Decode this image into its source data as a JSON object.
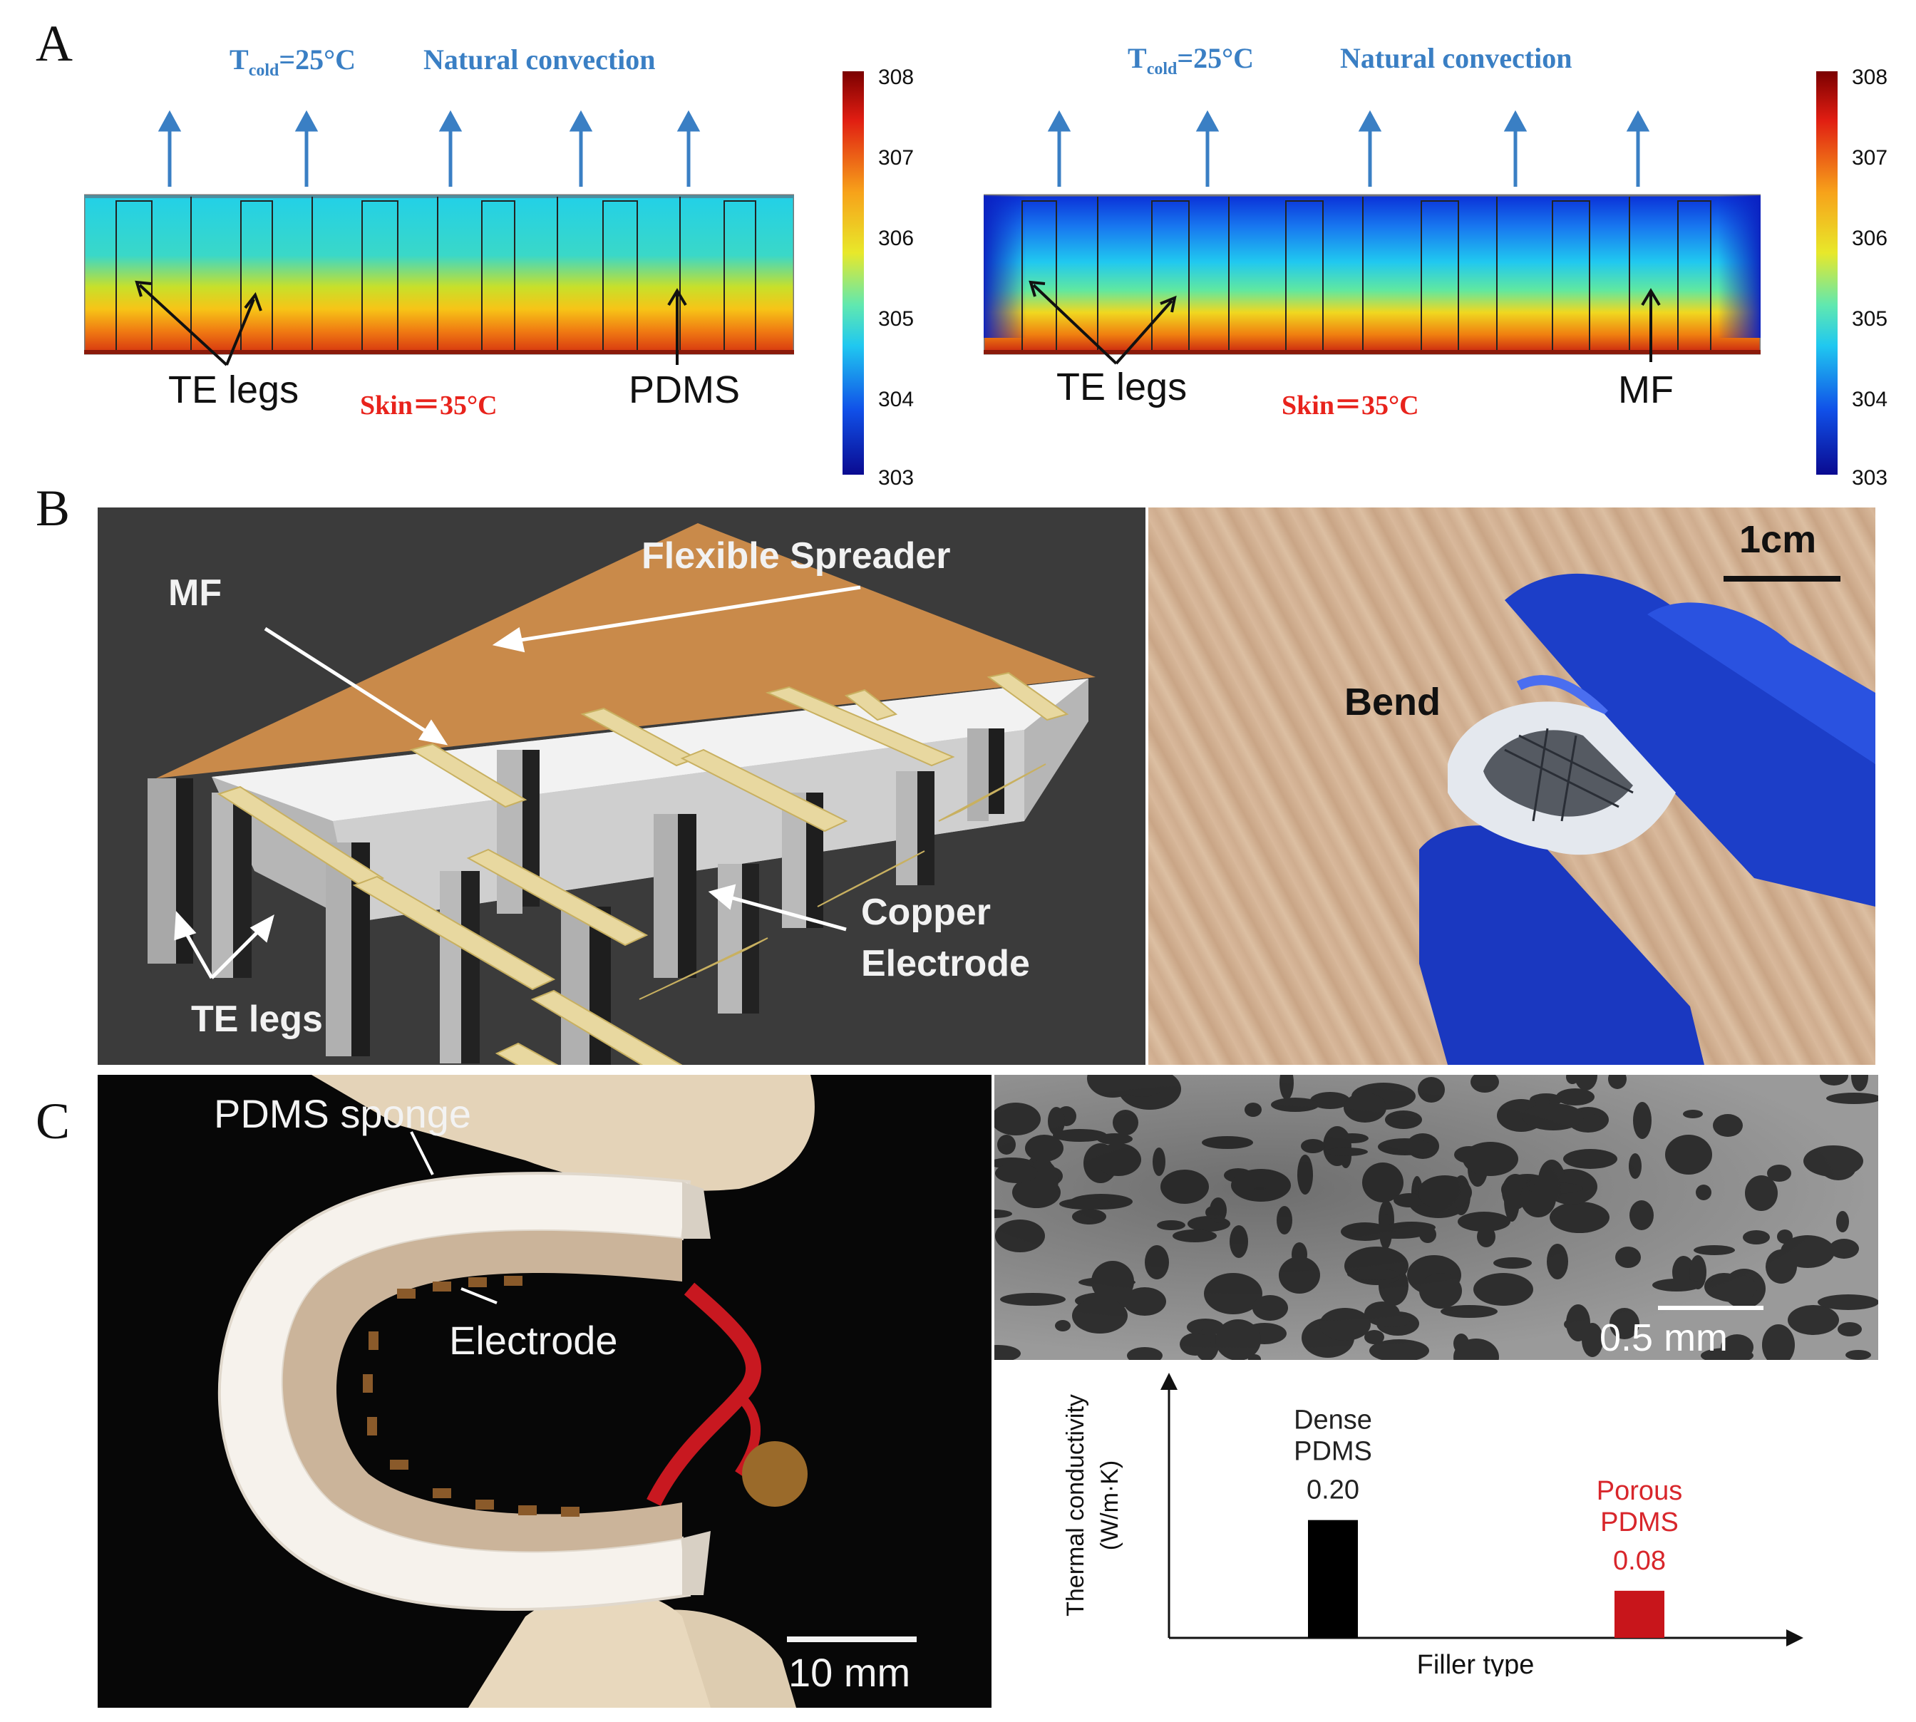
{
  "panels": {
    "a": {
      "label": "A",
      "left": {
        "t_cold": "T",
        "t_cold_sub": "cold",
        "t_cold_val": "=25°C",
        "convection": "Natural convection",
        "te_legs": "TE legs",
        "skin": "Skin＝35°C",
        "material": "PDMS",
        "colorbar_ticks": [
          "308",
          "307",
          "306",
          "305",
          "304",
          "303"
        ]
      },
      "right": {
        "t_cold": "T",
        "t_cold_sub": "cold",
        "t_cold_val": "=25°C",
        "convection": "Natural convection",
        "te_legs": "TE legs",
        "skin": "Skin＝35°C",
        "material": "MF",
        "colorbar_ticks": [
          "308",
          "307",
          "306",
          "305",
          "304",
          "303"
        ]
      },
      "colors": {
        "hot": "#b01010",
        "warm": "#f08a10",
        "mid": "#e8e020",
        "cool": "#30d8d0",
        "cold": "#0a2ad0",
        "arrow": "#3a7fc4"
      }
    },
    "b": {
      "label": "B",
      "spreader": "Flexible Spreader",
      "mf": "MF",
      "copper_1": "Copper",
      "copper_2": "Electrode",
      "te_legs": "TE legs",
      "scale": "1cm",
      "bend": "Bend"
    },
    "c": {
      "label": "C",
      "sponge": "PDMS sponge",
      "electrode": "Electrode",
      "scale_photo": "10 mm",
      "scale_sem": "0.5 mm"
    }
  },
  "chart_data": {
    "type": "bar",
    "categories": [
      "Dense PDMS",
      "Porous PDMS"
    ],
    "category_lines": [
      [
        "Dense",
        "PDMS"
      ],
      [
        "Porous",
        "PDMS"
      ]
    ],
    "values": [
      0.2,
      0.08
    ],
    "value_labels": [
      "0.20",
      "0.08"
    ],
    "colors": [
      "#000000",
      "#c8151b"
    ],
    "label_colors": [
      "#222222",
      "#d8262b"
    ],
    "xlabel": "Filler type",
    "ylabel_1": "Thermal conductivity",
    "ylabel_2": "(W/m·K)",
    "ylim": [
      0,
      0.45
    ]
  }
}
